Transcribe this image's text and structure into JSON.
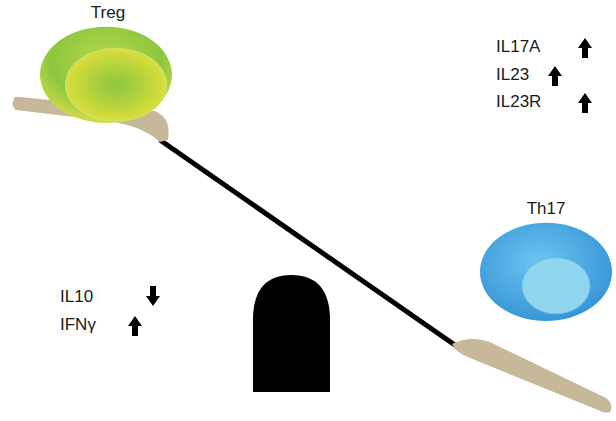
{
  "diagram": {
    "nodes": [
      {
        "text": [
          "Treg"
        ]
      },
      {
        "text": [
          "Th17"
        ]
      }
    ],
    "labels": [
      "IL17A",
      "IL23",
      "IL23R",
      "IL10",
      "IFNγ"
    ]
  }
}
